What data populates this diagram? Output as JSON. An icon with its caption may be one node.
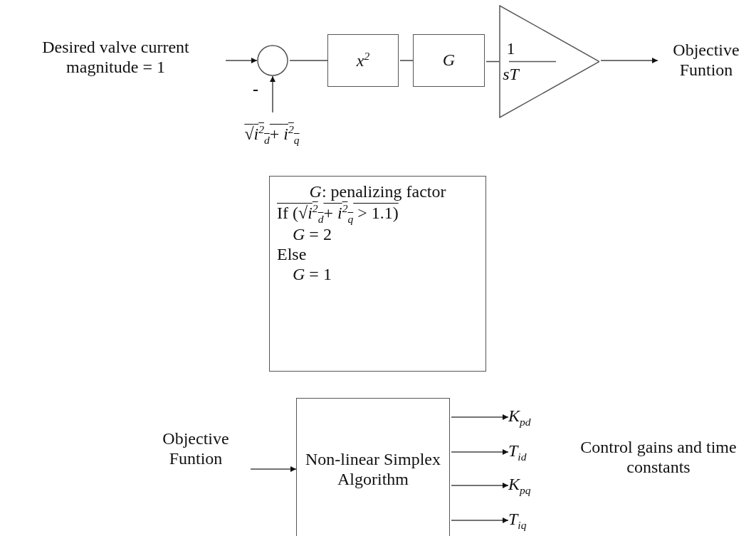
{
  "diagram": {
    "nodes": [
      {
        "text": [
          "Desired valve current magnitude = 1"
        ]
      },
      {
        "text": [],
        "shape": "circle"
      },
      {
        "text": [
          "√*i*$^{2}$$_{d}$+ *i*$^{2}$$_{q}$"
        ]
      },
      {
        "text": [
          "*x*$^{2}$"
        ]
      },
      {
        "text": [
          "G"
        ]
      },
      {
        "text": [
          "1",
          "sT"
        ]
      },
      {
        "text": [
          "Objective Funtion"
        ]
      },
      {
        "text": [
          "*G*: penalizing factor",
          "If (√*i*$^{2}$$_{d}$+ *i*$^{2}$$_{q}$ > 1.1)",
          "*G* = 2",
          "Else",
          "*G* = 1"
        ]
      },
      {
        "text": [
          "Objective Funtion"
        ]
      },
      {
        "text": [
          "Non-linear Simplex Algorithm"
        ]
      },
      {
        "text": [
          "*K*$_{pd}$"
        ]
      },
      {
        "text": [
          "*T*$_{id}$"
        ]
      },
      {
        "text": [
          "*K*$_{pq}$"
        ]
      },
      {
        "text": [
          "*T*$_{iq}$"
        ]
      }
    ],
    "edges": [
      {
        "from": 0,
        "to": 1,
        "arrow": "to"
      },
      {
        "from": 2,
        "to": 1,
        "arrow": "to"
      },
      {
        "from": 1,
        "to": 3,
        "arrow": "none"
      },
      {
        "from": 3,
        "to": 4,
        "arrow": "none"
      },
      {
        "from": 4,
        "to": 5,
        "arrow": "none"
      },
      {
        "from": 5,
        "to": 6,
        "arrow": "to"
      },
      {
        "from": 8,
        "to": 9,
        "arrow": "to"
      },
      {
        "from": 9,
        "to": 10,
        "arrow": "to"
      },
      {
        "from": 9,
        "to": 11,
        "arrow": "to"
      },
      {
        "from": 9,
        "to": 12,
        "arrow": "to"
      },
      {
        "from": 9,
        "to": 13,
        "arrow": "to"
      }
    ],
    "labels": [
      "-",
      "Control gains and time constants"
    ]
  }
}
